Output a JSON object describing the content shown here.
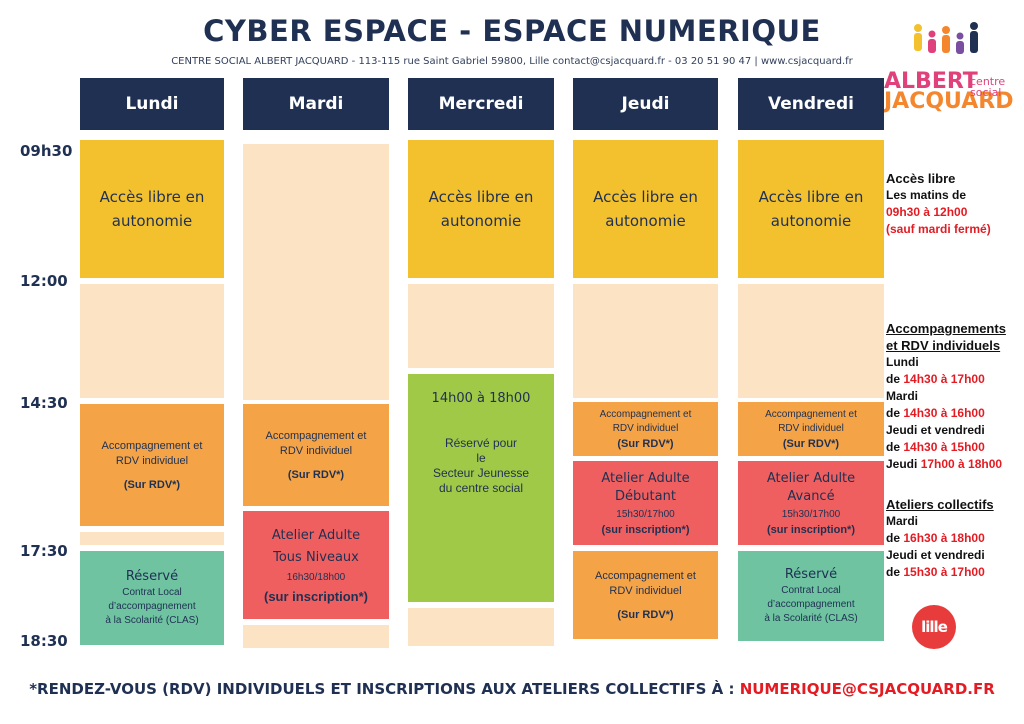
{
  "title": "CYBER ESPACE - ESPACE NUMERIQUE",
  "subtitle": "CENTRE SOCIAL ALBERT JACQUARD - 113-115 rue Saint Gabriel 59800, Lille  contact@csjacquard.fr  - 03 20 51 90 47  |  www.csjacquard.fr",
  "logo": {
    "name_line1": "ALBERT",
    "name_line2": "JACQUARD",
    "tag_line1": "centre",
    "tag_line2": "social"
  },
  "days": [
    "Lundi",
    "Mardi",
    "Mercredi",
    "Jeudi",
    "Vendredi"
  ],
  "times": [
    "09h30",
    "12:00",
    "14:30",
    "17:30",
    "18:30"
  ],
  "blocks": {
    "acces_l1": "Accès libre en",
    "acces_l2": "autonomie",
    "accomp_l1": "Accompagnement  et",
    "accomp_l2": "RDV individuel",
    "accomp_j1": "Accompagnement et",
    "accomp_j2": "RDV individuel",
    "rdv": "(Sur RDV*)",
    "mer_time": "14h00 à 18h00",
    "mer_l1": "Réservé pour",
    "mer_l2": "le",
    "mer_l3": "Secteur Jeunesse",
    "mer_l4": "du centre social",
    "reserve": "Réservé",
    "clas_l1": "Contrat Local",
    "clas_l2": "d’accompagnement",
    "clas_l3": "à la Scolarité (CLAS)",
    "mardi_at_l1": "Atelier Adulte",
    "mardi_at_l2": "Tous Niveaux",
    "mardi_at_time": "16h30/18h00",
    "inscription": "(sur inscription*)",
    "jeudi_at_l1": "Atelier Adulte",
    "jeudi_at_l2": "Débutant",
    "ven_at_l1": "Atelier Adulte",
    "ven_at_l2": "Avancé",
    "at_time": "15h30/17h00"
  },
  "side": {
    "acces_head": "Accès libre",
    "acces_l1": "Les matins de",
    "acces_l2": "09h30 à 12h00",
    "acces_l3": "(sauf mardi fermé)",
    "accomp_head1": "Accompagnements",
    "accomp_head2": "et RDV individuels",
    "lundi": "Lundi",
    "de": "de",
    "lundi_t": "14h30 à 17h00",
    "mardi": "Mardi",
    "mardi_t": "14h30 à 16h00",
    "jv": "Jeudi et vendredi",
    "jv_t": "14h30 à 15h00",
    "jeudi": "Jeudi",
    "jeudi_t": "17h00 à 18h00",
    "at_head": "Ateliers collectifs",
    "at_mardi": "Mardi",
    "at_mardi_t": "16h30 à 18h00",
    "at_jv": "Jeudi et vendredi",
    "at_jv_t": "15h30 à 17h00"
  },
  "lille_logo": "lille",
  "footer": {
    "text": "*RENDEZ-VOUS (RDV)  INDIVIDUELS ET INSCRIPTIONS AUX ATELIERS COLLECTIFS À : ",
    "email": "NUMERIQUE@CSJACQUARD.FR"
  },
  "colors": {
    "navy": "#1f3052",
    "yellow": "#f4c12e",
    "peach": "#fbe3c3",
    "orange": "#f4a446",
    "red": "#ef5f5f",
    "teal": "#6fc3a1",
    "green": "#a0c948",
    "accent_red": "#e31b23"
  }
}
